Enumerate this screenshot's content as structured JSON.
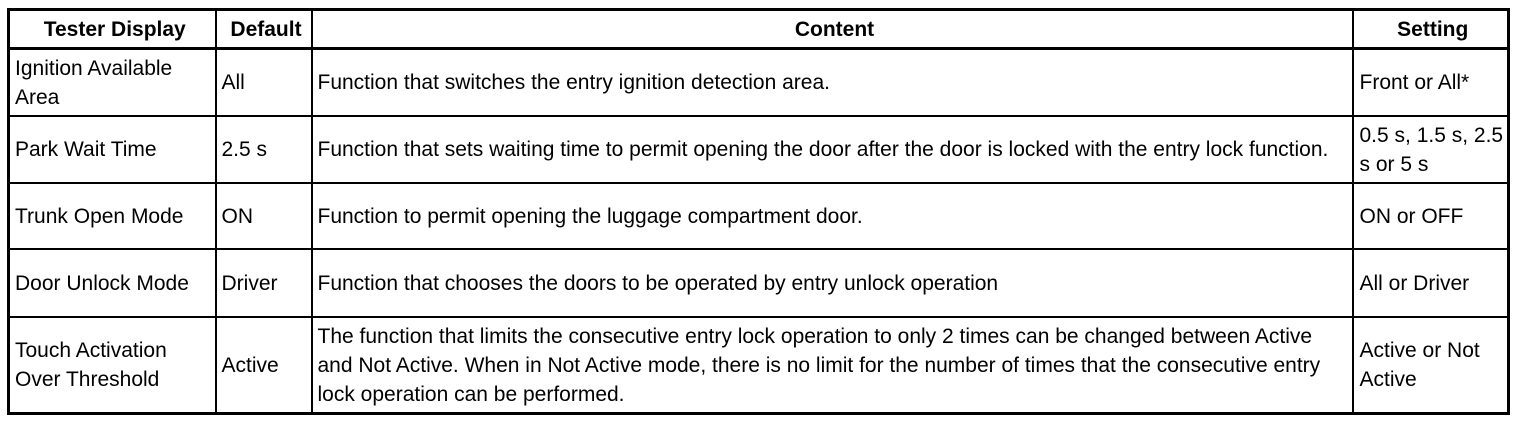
{
  "table": {
    "headers": [
      "Tester Display",
      "Default",
      "Content",
      "Setting"
    ],
    "rows": [
      {
        "tester_display": "Ignition Available Area",
        "default": "All",
        "content": "Function that switches the entry ignition detection area.",
        "setting": "Front or All*"
      },
      {
        "tester_display": "Park Wait Time",
        "default": "2.5 s",
        "content": "Function that sets waiting time to permit opening the door after the door is locked with the entry lock function.",
        "setting": "0.5 s, 1.5 s, 2.5 s or 5 s"
      },
      {
        "tester_display": "Trunk Open Mode",
        "default": "ON",
        "content": "Function to permit opening the luggage compartment door.",
        "setting": "ON or OFF"
      },
      {
        "tester_display": "Door Unlock Mode",
        "default": "Driver",
        "content": "Function that chooses the doors to be operated by entry unlock operation",
        "setting": "All or Driver"
      },
      {
        "tester_display": "Touch Activation Over Threshold",
        "default": "Active",
        "content": "The function that limits the consecutive entry lock operation to only 2 times can be changed between Active and Not Active. When in Not Active mode, there is no limit for the number of times that the consecutive entry lock operation can be performed.",
        "setting": "Active or Not Active"
      }
    ]
  }
}
